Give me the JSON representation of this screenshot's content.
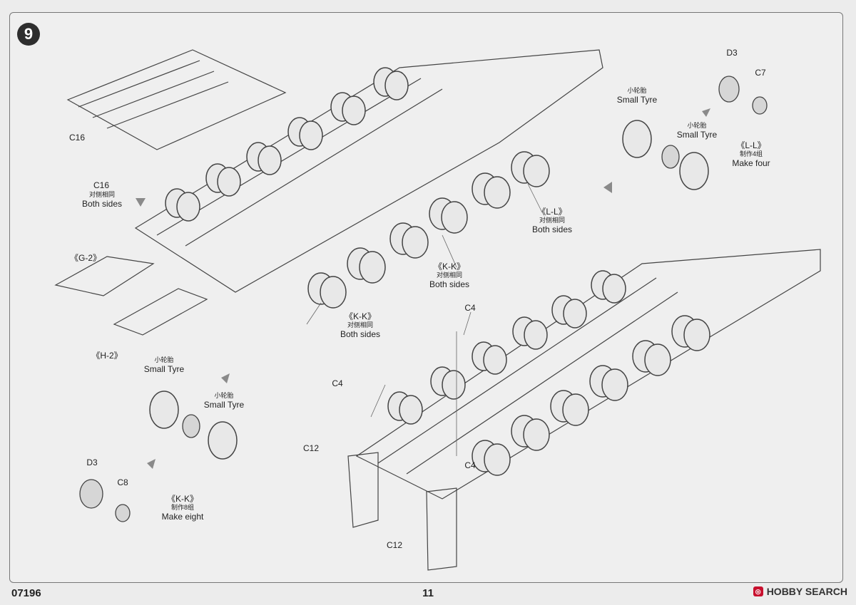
{
  "step_number": "9",
  "labels": {
    "c16_top": "C16",
    "c16_mid": "C16",
    "both_sides_1_cn": "对侧相同",
    "both_sides_1_en": "Both sides",
    "g2": "《G-2》",
    "h2": "《H-2》",
    "kk_1": "《K-K》",
    "kk_1_cn": "对侧相同",
    "kk_1_en": "Both sides",
    "kk_2": "《K-K》",
    "kk_2_cn": "对侧相同",
    "kk_2_en": "Both sides",
    "ll_1": "《L-L》",
    "ll_1_cn": "对侧相同",
    "ll_1_en": "Both sides",
    "d3_top": "D3",
    "c7": "C7",
    "small_tyre_1_cn": "小轮胎",
    "small_tyre_1_en": "Small Tyre",
    "small_tyre_2_cn": "小轮胎",
    "small_tyre_2_en": "Small Tyre",
    "ll_sub": "《L-L》",
    "ll_sub_cn": "制作4组",
    "ll_sub_en": "Make four",
    "small_tyre_3_cn": "小轮胎",
    "small_tyre_3_en": "Small Tyre",
    "small_tyre_4_cn": "小轮胎",
    "small_tyre_4_en": "Small Tyre",
    "d3_bottom": "D3",
    "c8": "C8",
    "kk_sub": "《K-K》",
    "kk_sub_cn": "制作8组",
    "kk_sub_en": "Make eight",
    "c4_top": "C4",
    "c4_left": "C4",
    "c4_right": "C4",
    "c12_left": "C12",
    "c12_bottom": "C12"
  },
  "footer": {
    "product_code": "07196",
    "page_number": "11",
    "watermark": "HOBBY SEARCH"
  }
}
